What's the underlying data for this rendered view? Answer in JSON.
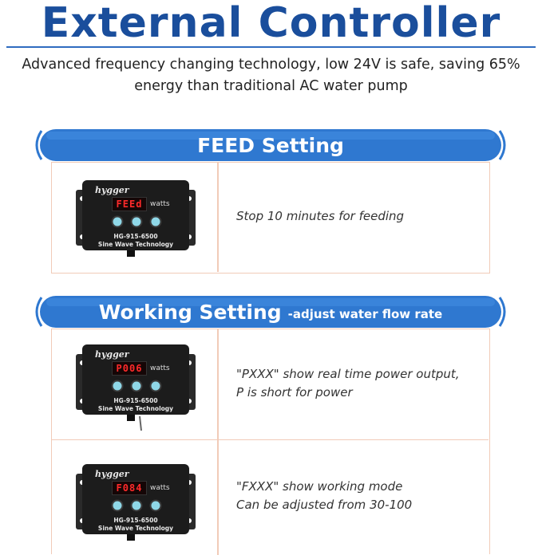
{
  "header": {
    "title": "External Controller",
    "subtitle_line1": "Advanced frequency changing technology, low 24V is safe, saving 65%",
    "subtitle_line2": "energy than traditional AC water pump"
  },
  "sections": [
    {
      "title": "FEED Setting",
      "rows": [
        {
          "display": "FEEd",
          "desc_line1": "Stop 10 minutes for feeding",
          "desc_line2": ""
        }
      ]
    },
    {
      "title": "Working Setting",
      "subtitle": "-adjust water flow rate",
      "rows": [
        {
          "display": "P006",
          "desc_line1": "\"PXXX\" show real time power output,",
          "desc_line2": "P is short for power"
        },
        {
          "display": "F084",
          "desc_line1": "\"FXXX\" show working mode",
          "desc_line2": "Can be adjusted from 30-100"
        }
      ]
    }
  ],
  "device": {
    "brand": "hygger",
    "unit": "watts",
    "model": "HG-915-6500",
    "tech": "Sine Wave Technology"
  },
  "colors": {
    "title": "#1a4e9c",
    "banner": "#2f78d0",
    "panel_border": "#f1cbb8",
    "device_body": "#1c1c1c",
    "button": "#8fd8e8",
    "display_text": "#ff2a2a"
  }
}
